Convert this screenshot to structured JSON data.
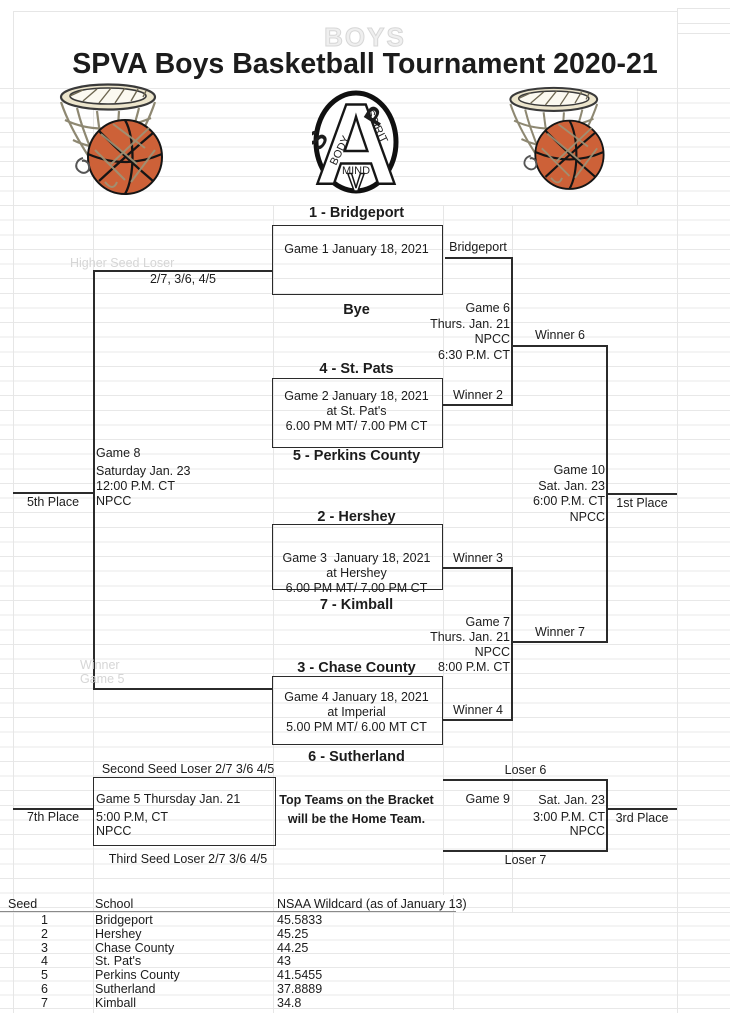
{
  "watermark": "BOYS",
  "title": "SPVA Boys Basketball Tournament 2020-21",
  "logo": {
    "letter_a": "A",
    "letter_s": "S",
    "letter_p": "P",
    "letter_v": "V",
    "word_body": "BODY",
    "word_spirit": "SPIRIT",
    "word_mind": "MIND"
  },
  "bracket": {
    "ghost_higher_seed": "Higher Seed Loser",
    "ghost_winner": "Winner",
    "ghost_game5": "Game 5",
    "seed_combos": "2/7, 3/6, 4/5",
    "m1": "1 - Bridgeport",
    "g1": "Game 1 January 18, 2021",
    "bridgeport": "Bridgeport",
    "bye": "Bye",
    "g6": [
      "Game 6",
      "Thurs. Jan. 21",
      "NPCC",
      "6:30 P.M. CT"
    ],
    "winner6": "Winner 6",
    "m4": "4 - St. Pats",
    "g2": [
      "Game 2 January 18, 2021",
      "at St. Pat's",
      "6.00 PM MT/ 7.00 PM CT"
    ],
    "winner2": "Winner 2",
    "m5": "5 - Perkins County",
    "g8": [
      "Game 8",
      "Saturday Jan. 23",
      "12:00 P.M. CT",
      "NPCC"
    ],
    "place5": "5th Place",
    "g10": [
      "Game 10",
      "Sat. Jan. 23",
      "6:00 P.M. CT",
      "NPCC"
    ],
    "place1": "1st Place",
    "m2": "2 - Hershey",
    "g3": [
      "Game 3  January 18, 2021",
      "at Hershey",
      "6.00 PM MT/ 7.00 PM CT"
    ],
    "winner3": "Winner 3",
    "m7": "7 - Kimball",
    "g7": [
      "Game 7",
      "Thurs. Jan. 21",
      "NPCC",
      "8:00 P.M. CT"
    ],
    "winner7": "Winner 7",
    "m3": "3 - Chase County",
    "g4": [
      "Game 4 January 18, 2021",
      "at Imperial",
      "5.00 PM MT/ 6.00 MT CT"
    ],
    "winner4": "Winner 4",
    "m6": "6 - Sutherland",
    "second_seed_loser": "Second Seed Loser 2/7 3/6 4/5",
    "g5": [
      "Game 5 Thursday Jan. 21",
      "5:00 P.M, CT",
      "NPCC"
    ],
    "place7": "7th Place",
    "third_seed_loser": "Third Seed Loser 2/7 3/6 4/5",
    "note": [
      "Top Teams on the Bracket",
      "will be the Home Team."
    ],
    "loser6": "Loser 6",
    "g9": "Game 9",
    "g9_details": [
      "Sat. Jan. 23",
      "3:00 P.M. CT",
      "NPCC"
    ],
    "place3": "3rd Place",
    "loser7": "Loser 7"
  },
  "seed_table": {
    "headers": [
      "Seed",
      "School",
      "NSAA Wildcard (as of January 13)"
    ],
    "rows": [
      [
        "1",
        "Bridgeport",
        "45.5833"
      ],
      [
        "2",
        "Hershey",
        "45.25"
      ],
      [
        "3",
        "Chase County",
        "44.25"
      ],
      [
        "4",
        "St. Pat's",
        "43"
      ],
      [
        "5",
        "Perkins County",
        "41.5455"
      ],
      [
        "6",
        "Sutherland",
        "37.8889"
      ],
      [
        "7",
        "Kimball",
        "34.8"
      ]
    ]
  },
  "colors": {
    "basketball_orange": "#cd6138",
    "rim_tan": "#ece5cc",
    "bracket_line": "#2b2b2b",
    "gridline": "#e8e8e8",
    "ghost_text": "#d6d6d6"
  }
}
